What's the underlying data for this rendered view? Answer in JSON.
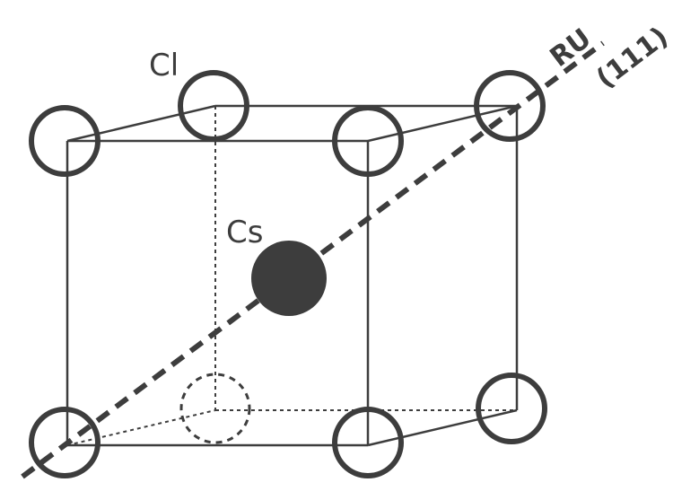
{
  "labels": {
    "chlorine": "Cl",
    "cesium": "Cs",
    "direction_code": "RU",
    "direction_index": "(111)"
  },
  "colors": {
    "line": "#3d3d3d",
    "ion_fill": "#3d3d3d",
    "background": "#ffffff"
  }
}
